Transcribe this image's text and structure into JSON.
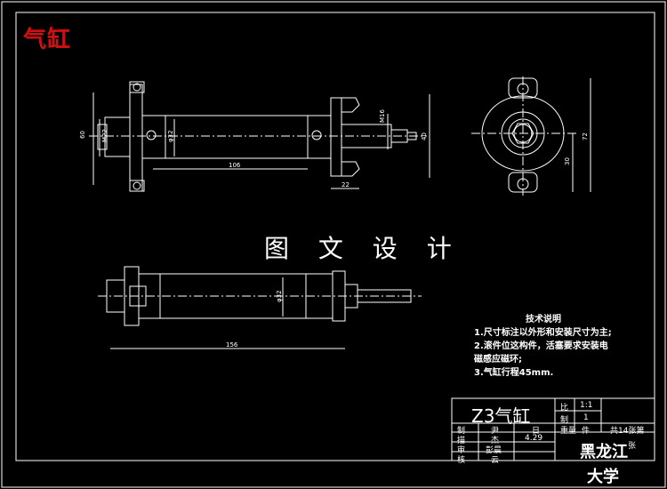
{
  "watermark_title": "气缸",
  "center_watermark": "图 文 设 计",
  "dimensions": {
    "top_view": [
      "60",
      "M22",
      "φ32",
      "106",
      "M16",
      "40",
      "22"
    ],
    "right_view": [
      "72",
      "30"
    ],
    "bottom_view": [
      "φ32",
      "156"
    ]
  },
  "technical_notes": {
    "heading": "技术说明",
    "lines": [
      "1.尺寸标注以外形和安装尺寸为主;",
      "2.滚件位这构件，活塞要求安装电",
      "磁感应磁环;",
      "3.气缸行程45mm."
    ]
  },
  "title_block": {
    "drawing_name": "Z3气缸",
    "scale_label": "比",
    "scale_value": "1:1",
    "quantity_label": "制",
    "quantity_value": "1",
    "rows": [
      {
        "c1": "制",
        "c2": "尹",
        "c3": "日"
      },
      {
        "c1": "描",
        "c2": "杰",
        "c3": "4.29"
      },
      {
        "c1": "审",
        "c2": "彭晨",
        "c3": ""
      },
      {
        "c1": "核",
        "c2": "云",
        "c3": ""
      }
    ],
    "mass_label": "重量",
    "piece_label": "件",
    "sheet_info": "共14张第",
    "sheet_no": "张",
    "school_line1": "黑龙江",
    "school_line2": "大学"
  },
  "colors": {
    "line": "#ffffff",
    "watermark": "#d01010",
    "background": "#000000"
  }
}
